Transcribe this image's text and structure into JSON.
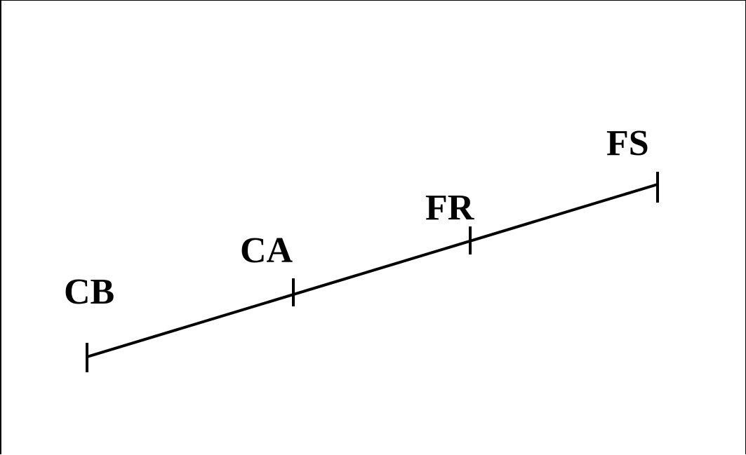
{
  "diagram": {
    "line_color": "#000000",
    "text_color": "#000000",
    "background": "#ffffff",
    "markers": [
      {
        "id": "cb",
        "label": "CB"
      },
      {
        "id": "ca",
        "label": "CA"
      },
      {
        "id": "fr",
        "label": "FR"
      },
      {
        "id": "fs",
        "label": "FS"
      }
    ]
  }
}
